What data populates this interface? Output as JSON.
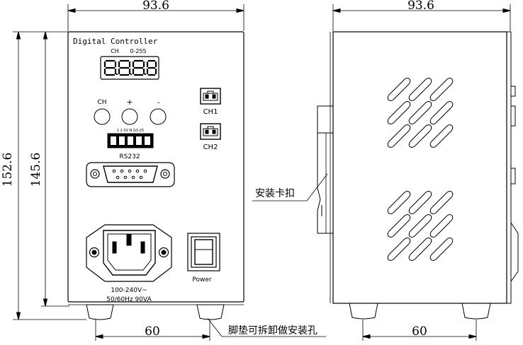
{
  "dimensions": {
    "front_width": "93.6",
    "side_width": "93.6",
    "total_height": "152.6",
    "body_height": "145.6",
    "front_foot_spacing": "60",
    "side_foot_spacing": "60"
  },
  "front_panel": {
    "title": "Digital Controller",
    "ch_label": "CH",
    "range_label": "0-255",
    "display_value": "8.8.8.8",
    "button_ch": "CH",
    "button_plus": "+",
    "button_minus": "-",
    "terminal_labels": "1  2  0V  N  G3-25",
    "rs232_label": "RS232",
    "ch1_label": "CH1",
    "ch2_label": "CH2",
    "voltage_line1": "100-240V~",
    "voltage_line2": "50/60Hz 90VA",
    "power_label": "Power"
  },
  "callouts": {
    "mount_clip": "安装卡扣",
    "foot_pad": "脚垫可拆卸做安装孔"
  },
  "colors": {
    "line": "#000000",
    "background": "#ffffff"
  }
}
